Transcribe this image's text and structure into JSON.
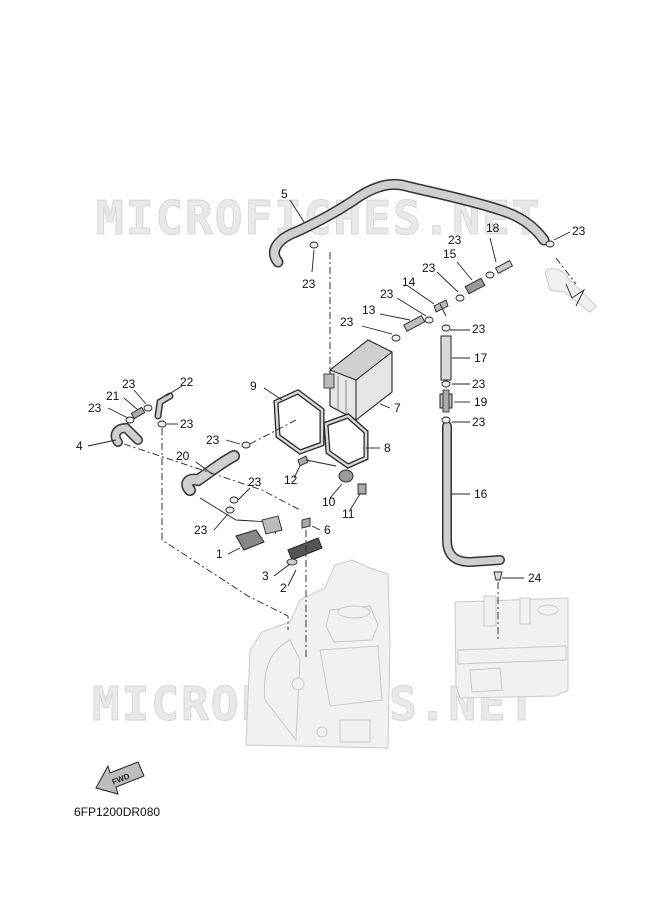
{
  "watermarks": [
    "MICROFICHES.NET",
    "MICROFICHES.NET"
  ],
  "diagram_code": "6FP1200DR080",
  "fwd_label": "FWD",
  "callouts": {
    "c1": "1",
    "c2": "2",
    "c3": "3",
    "c4": "4",
    "c5": "5",
    "c6": "6",
    "c7": "7",
    "c8": "8",
    "c9": "9",
    "c10": "10",
    "c11": "11",
    "c12": "12",
    "c13": "13",
    "c14": "14",
    "c15": "15",
    "c16": "16",
    "c17": "17",
    "c18": "18",
    "c19": "19",
    "c20": "20",
    "c21": "21",
    "c22": "22",
    "c24": "24",
    "c23": "23"
  }
}
